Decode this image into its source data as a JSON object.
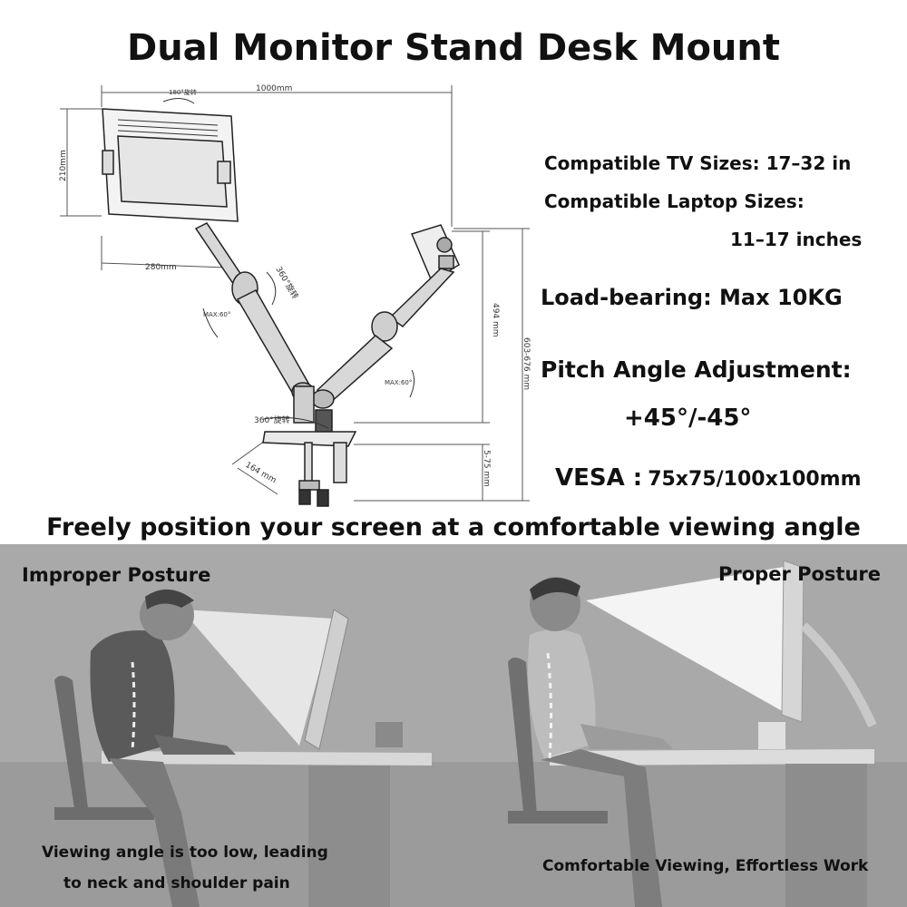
{
  "title": "Dual Monitor Stand Desk Mount",
  "specs": {
    "tv_sizes": "Compatible TV Sizes: 17–32 in",
    "laptop_sizes_line1": "Compatible Laptop Sizes:",
    "laptop_sizes_line2": "11–17 inches",
    "load_bearing": "Load-bearing: Max 10KG",
    "pitch_line1": "Pitch Angle Adjustment:",
    "pitch_line2": "+45°/-45°",
    "vesa_label": "VESA :",
    "vesa_value": "75x75/100x100mm"
  },
  "diagram_dims": {
    "width": "1000mm",
    "rotate_180": "180°旋转",
    "tray_height": "210mm",
    "arm_length": "280mm",
    "rotate_360_a": "360°旋转",
    "max_60_a": "MAX:60°",
    "height_494": "494 mm",
    "height_total": "603-676 mm",
    "max_60_b": "MAX:60°",
    "rotate_360_b": "360°旋转",
    "base_depth": "164 mm",
    "clamp_range": "5-75 mm"
  },
  "tagline": "Freely position your screen at a comfortable viewing angle",
  "posture": {
    "improper_label": "Improper Posture",
    "proper_label": "Proper Posture",
    "improper_caption_line1": "Viewing angle is too low, leading",
    "improper_caption_line2": "to neck and shoulder pain",
    "proper_caption": "Comfortable Viewing, Effortless Work"
  },
  "colors": {
    "scene_bg": "#a9a9a9",
    "figure_dark": "#555555",
    "sight_cone": "#eeeeee"
  }
}
